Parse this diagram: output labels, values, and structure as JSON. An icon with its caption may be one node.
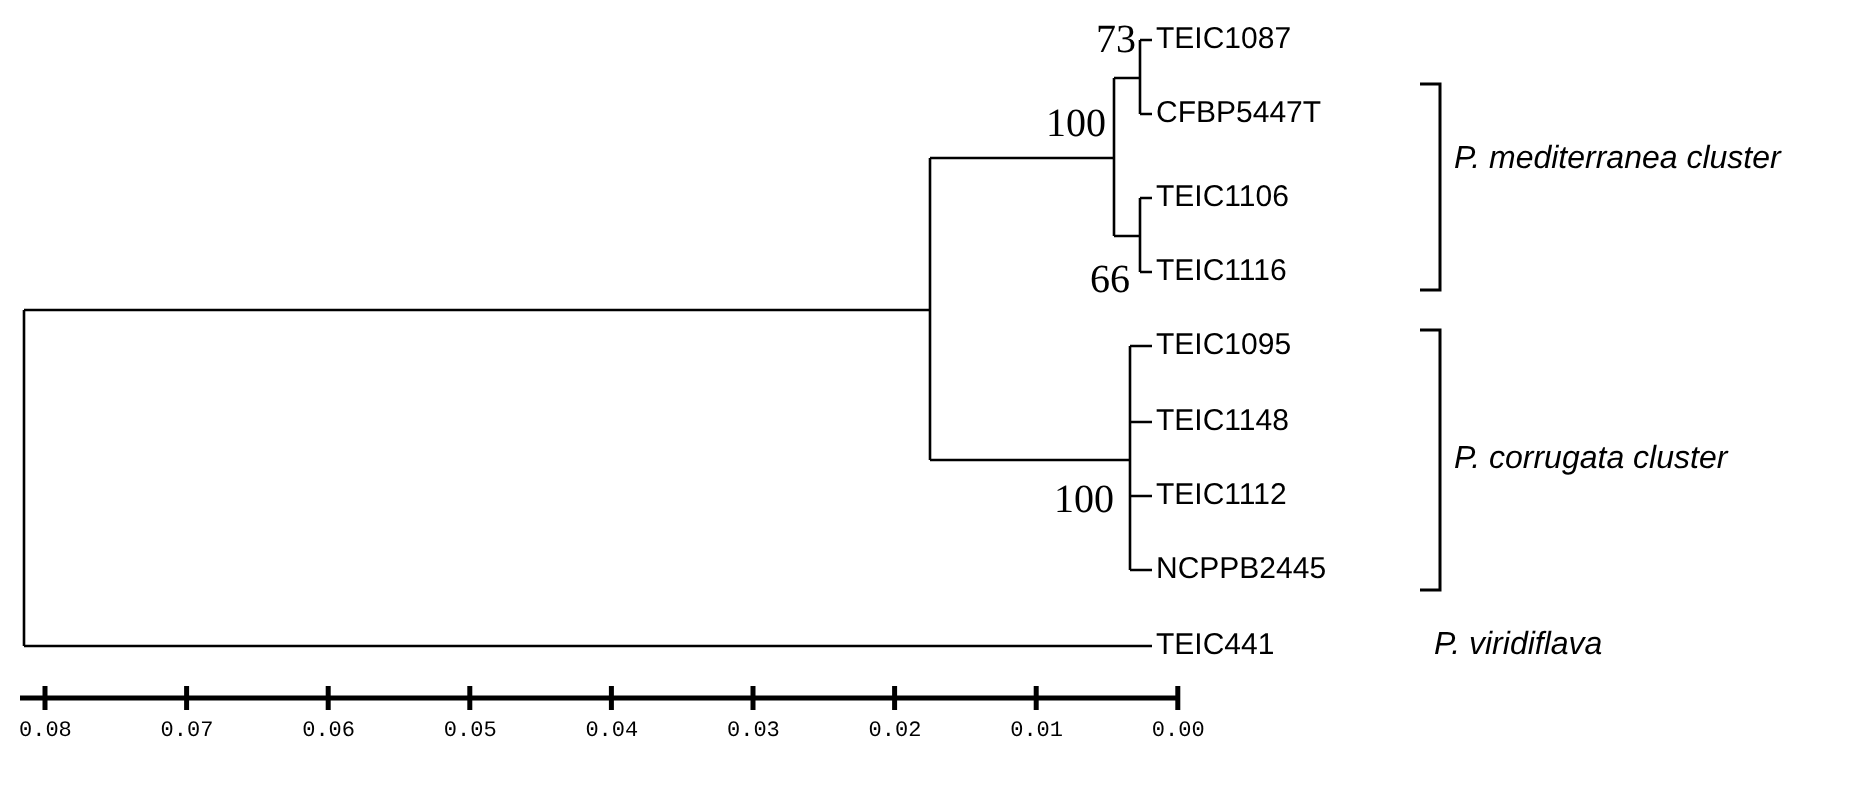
{
  "diagram": {
    "nodes": [
      {
        "text": [
          "TEIC1087"
        ]
      },
      {
        "text": [
          "CFBP5447T"
        ]
      },
      {
        "text": [
          "TEIC1106"
        ]
      },
      {
        "text": [
          "TEIC1116"
        ]
      },
      {
        "text": [
          "TEIC1095"
        ]
      },
      {
        "text": [
          "TEIC1148"
        ]
      },
      {
        "text": [
          "TEIC1112"
        ]
      },
      {
        "text": [
          "NCPPB2445"
        ]
      },
      {
        "text": [
          "TEIC441"
        ]
      }
    ],
    "labels": [
      "73",
      "100",
      "66",
      "100",
      "P. mediterranea cluster",
      "P. corrugata cluster",
      "P. viridiflava",
      "0.08",
      "0.07",
      "0.06",
      "0.05",
      "0.04",
      "0.03",
      "0.02",
      "0.01",
      "0.00"
    ]
  }
}
